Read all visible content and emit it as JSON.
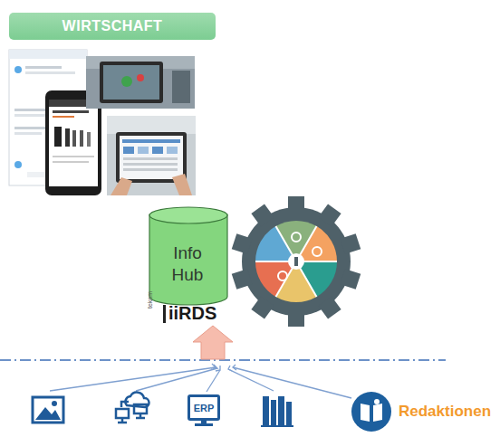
{
  "diagram": {
    "nodes": [
      {
        "text": [
          "WIRTSCHAFT"
        ]
      },
      {
        "text": [
          "Info Hub"
        ]
      },
      {
        "text": [
          "ERP"
        ]
      },
      {
        "text": [
          "Redaktionen"
        ]
      }
    ],
    "labels": [
      "tekom",
      "iiRDS"
    ]
  }
}
